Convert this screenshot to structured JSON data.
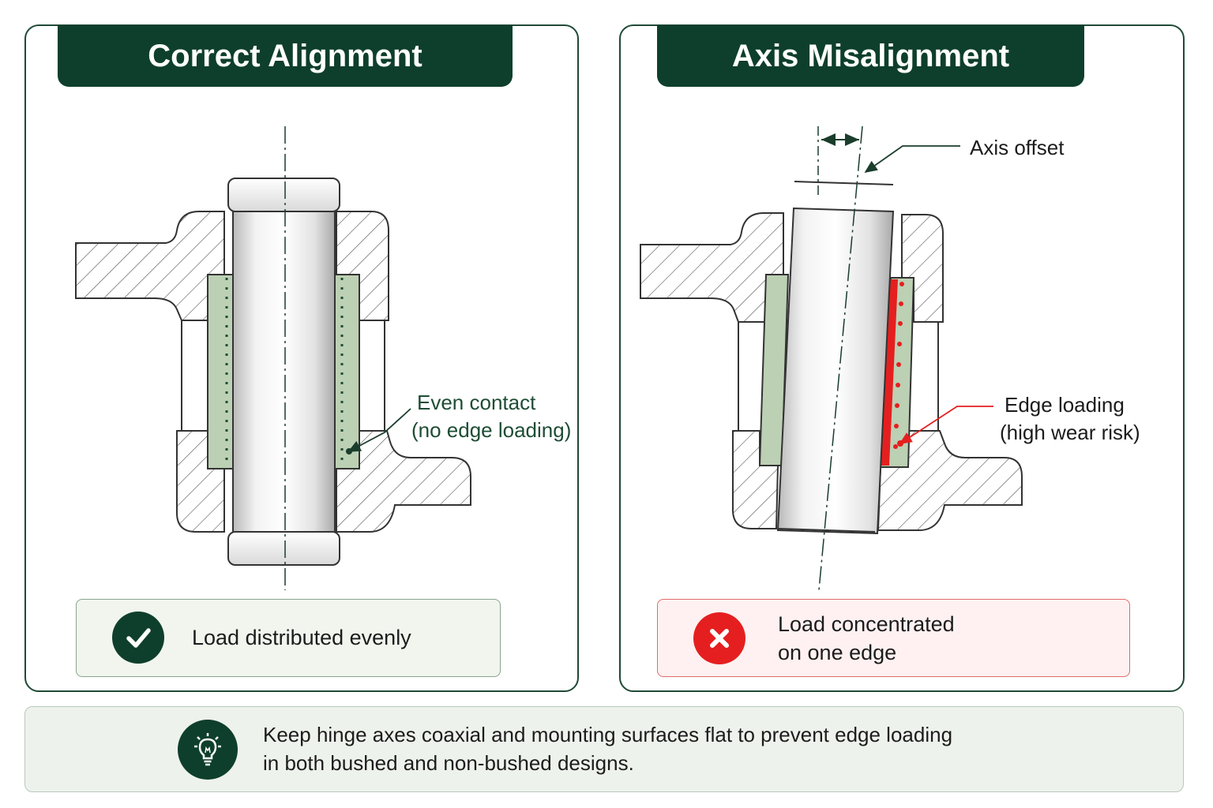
{
  "colors": {
    "dark_green": "#0e3f2c",
    "bushing_green": "#bcd0b4",
    "warning_red": "#e51f1f",
    "text": "#1c1c1c"
  },
  "left_panel": {
    "title": "Correct Alignment",
    "callout_line1": "Even contact",
    "callout_line2": "(no edge loading)",
    "status_icon": "checkmark-icon",
    "status_text": "Load distributed evenly"
  },
  "right_panel": {
    "title": "Axis Misalignment",
    "offset_label": "Axis offset",
    "callout_line1": "Edge loading",
    "callout_line2": "(high wear risk)",
    "status_icon": "x-mark-icon",
    "status_line1": "Load concentrated",
    "status_line2": "on one edge"
  },
  "tip": {
    "icon": "lightbulb-icon",
    "line1": "Keep hinge axes coaxial and mounting surfaces flat to prevent edge loading",
    "line2": "in both bushed and non-bushed designs."
  }
}
